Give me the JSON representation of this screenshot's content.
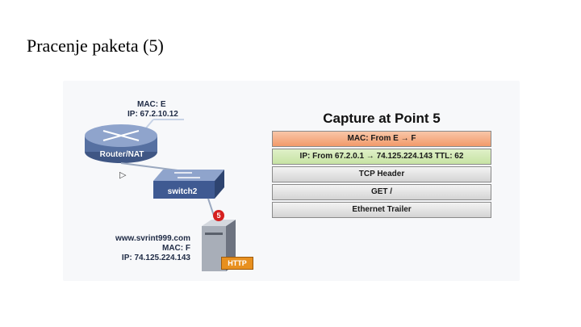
{
  "slide": {
    "title": "Pracenje paketa (5)"
  },
  "router": {
    "label": "Router/NAT",
    "mac": "MAC: E",
    "ip": "IP: 67.2.10.12"
  },
  "switch": {
    "label": "switch2"
  },
  "server": {
    "host": "www.svrint999.com",
    "mac": "MAC: F",
    "ip": "IP: 74.125.224.143",
    "badge": "HTTP",
    "point": "5"
  },
  "capture": {
    "title": "Capture at Point 5",
    "rows": [
      "MAC: From E → F",
      "IP: From 67.2.0.1 → 74.125.224.143 TTL: 62",
      "TCP Header",
      "GET /",
      "Ethernet Trailer"
    ]
  },
  "colors": {
    "mac_row": "#f29a6a",
    "ip_row": "#c7e3a4",
    "router": "#6f86b3",
    "switch": "#4a6aa5",
    "http": "#e8901f",
    "marker": "#d62020"
  }
}
